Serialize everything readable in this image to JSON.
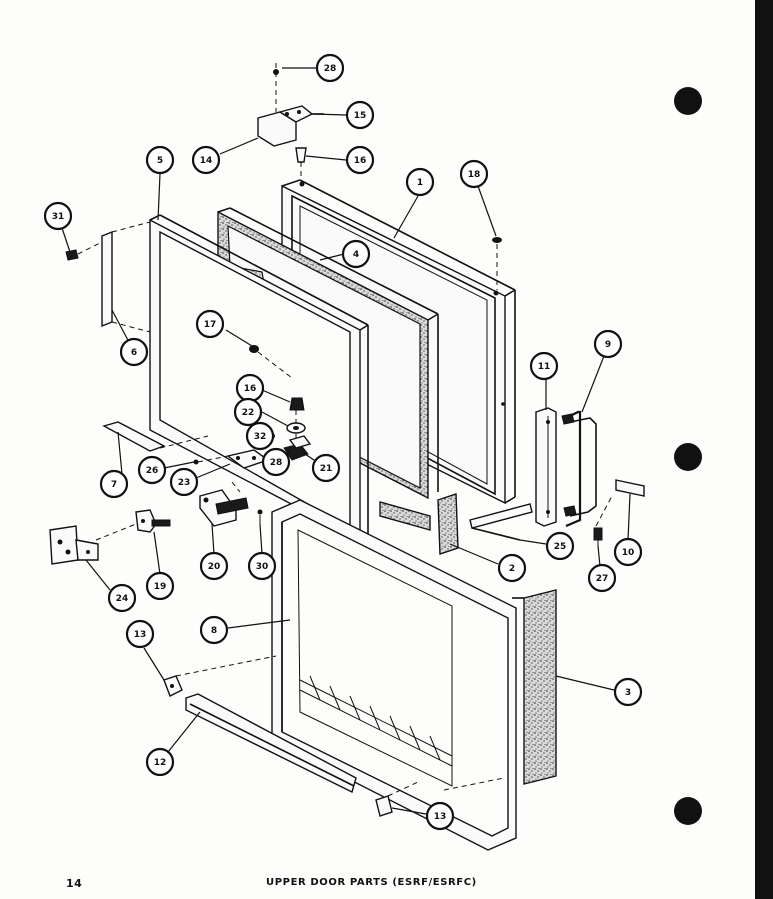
{
  "footer": {
    "page_number": "14",
    "caption": "UPPER DOOR PARTS (ESRF/ESRFC)"
  },
  "callouts": [
    {
      "id": "c28a",
      "label": "28"
    },
    {
      "id": "c15",
      "label": "15"
    },
    {
      "id": "c14",
      "label": "14"
    },
    {
      "id": "c16a",
      "label": "16"
    },
    {
      "id": "c5",
      "label": "5"
    },
    {
      "id": "c1",
      "label": "1"
    },
    {
      "id": "c18",
      "label": "18"
    },
    {
      "id": "c31",
      "label": "31"
    },
    {
      "id": "c4",
      "label": "4"
    },
    {
      "id": "c6",
      "label": "6"
    },
    {
      "id": "c17",
      "label": "17"
    },
    {
      "id": "c16b",
      "label": "16"
    },
    {
      "id": "c22",
      "label": "22"
    },
    {
      "id": "c11",
      "label": "11"
    },
    {
      "id": "c9",
      "label": "9"
    },
    {
      "id": "c32",
      "label": "32"
    },
    {
      "id": "c7",
      "label": "7"
    },
    {
      "id": "c26",
      "label": "26"
    },
    {
      "id": "c28b",
      "label": "28"
    },
    {
      "id": "c21",
      "label": "21"
    },
    {
      "id": "c23",
      "label": "23"
    },
    {
      "id": "c20",
      "label": "20"
    },
    {
      "id": "c30",
      "label": "30"
    },
    {
      "id": "c19",
      "label": "19"
    },
    {
      "id": "c24",
      "label": "24"
    },
    {
      "id": "c2",
      "label": "2"
    },
    {
      "id": "c25",
      "label": "25"
    },
    {
      "id": "c27",
      "label": "27"
    },
    {
      "id": "c10",
      "label": "10"
    },
    {
      "id": "c8",
      "label": "8"
    },
    {
      "id": "c13a",
      "label": "13"
    },
    {
      "id": "c3",
      "label": "3"
    },
    {
      "id": "c12",
      "label": "12"
    },
    {
      "id": "c13b",
      "label": "13"
    }
  ]
}
